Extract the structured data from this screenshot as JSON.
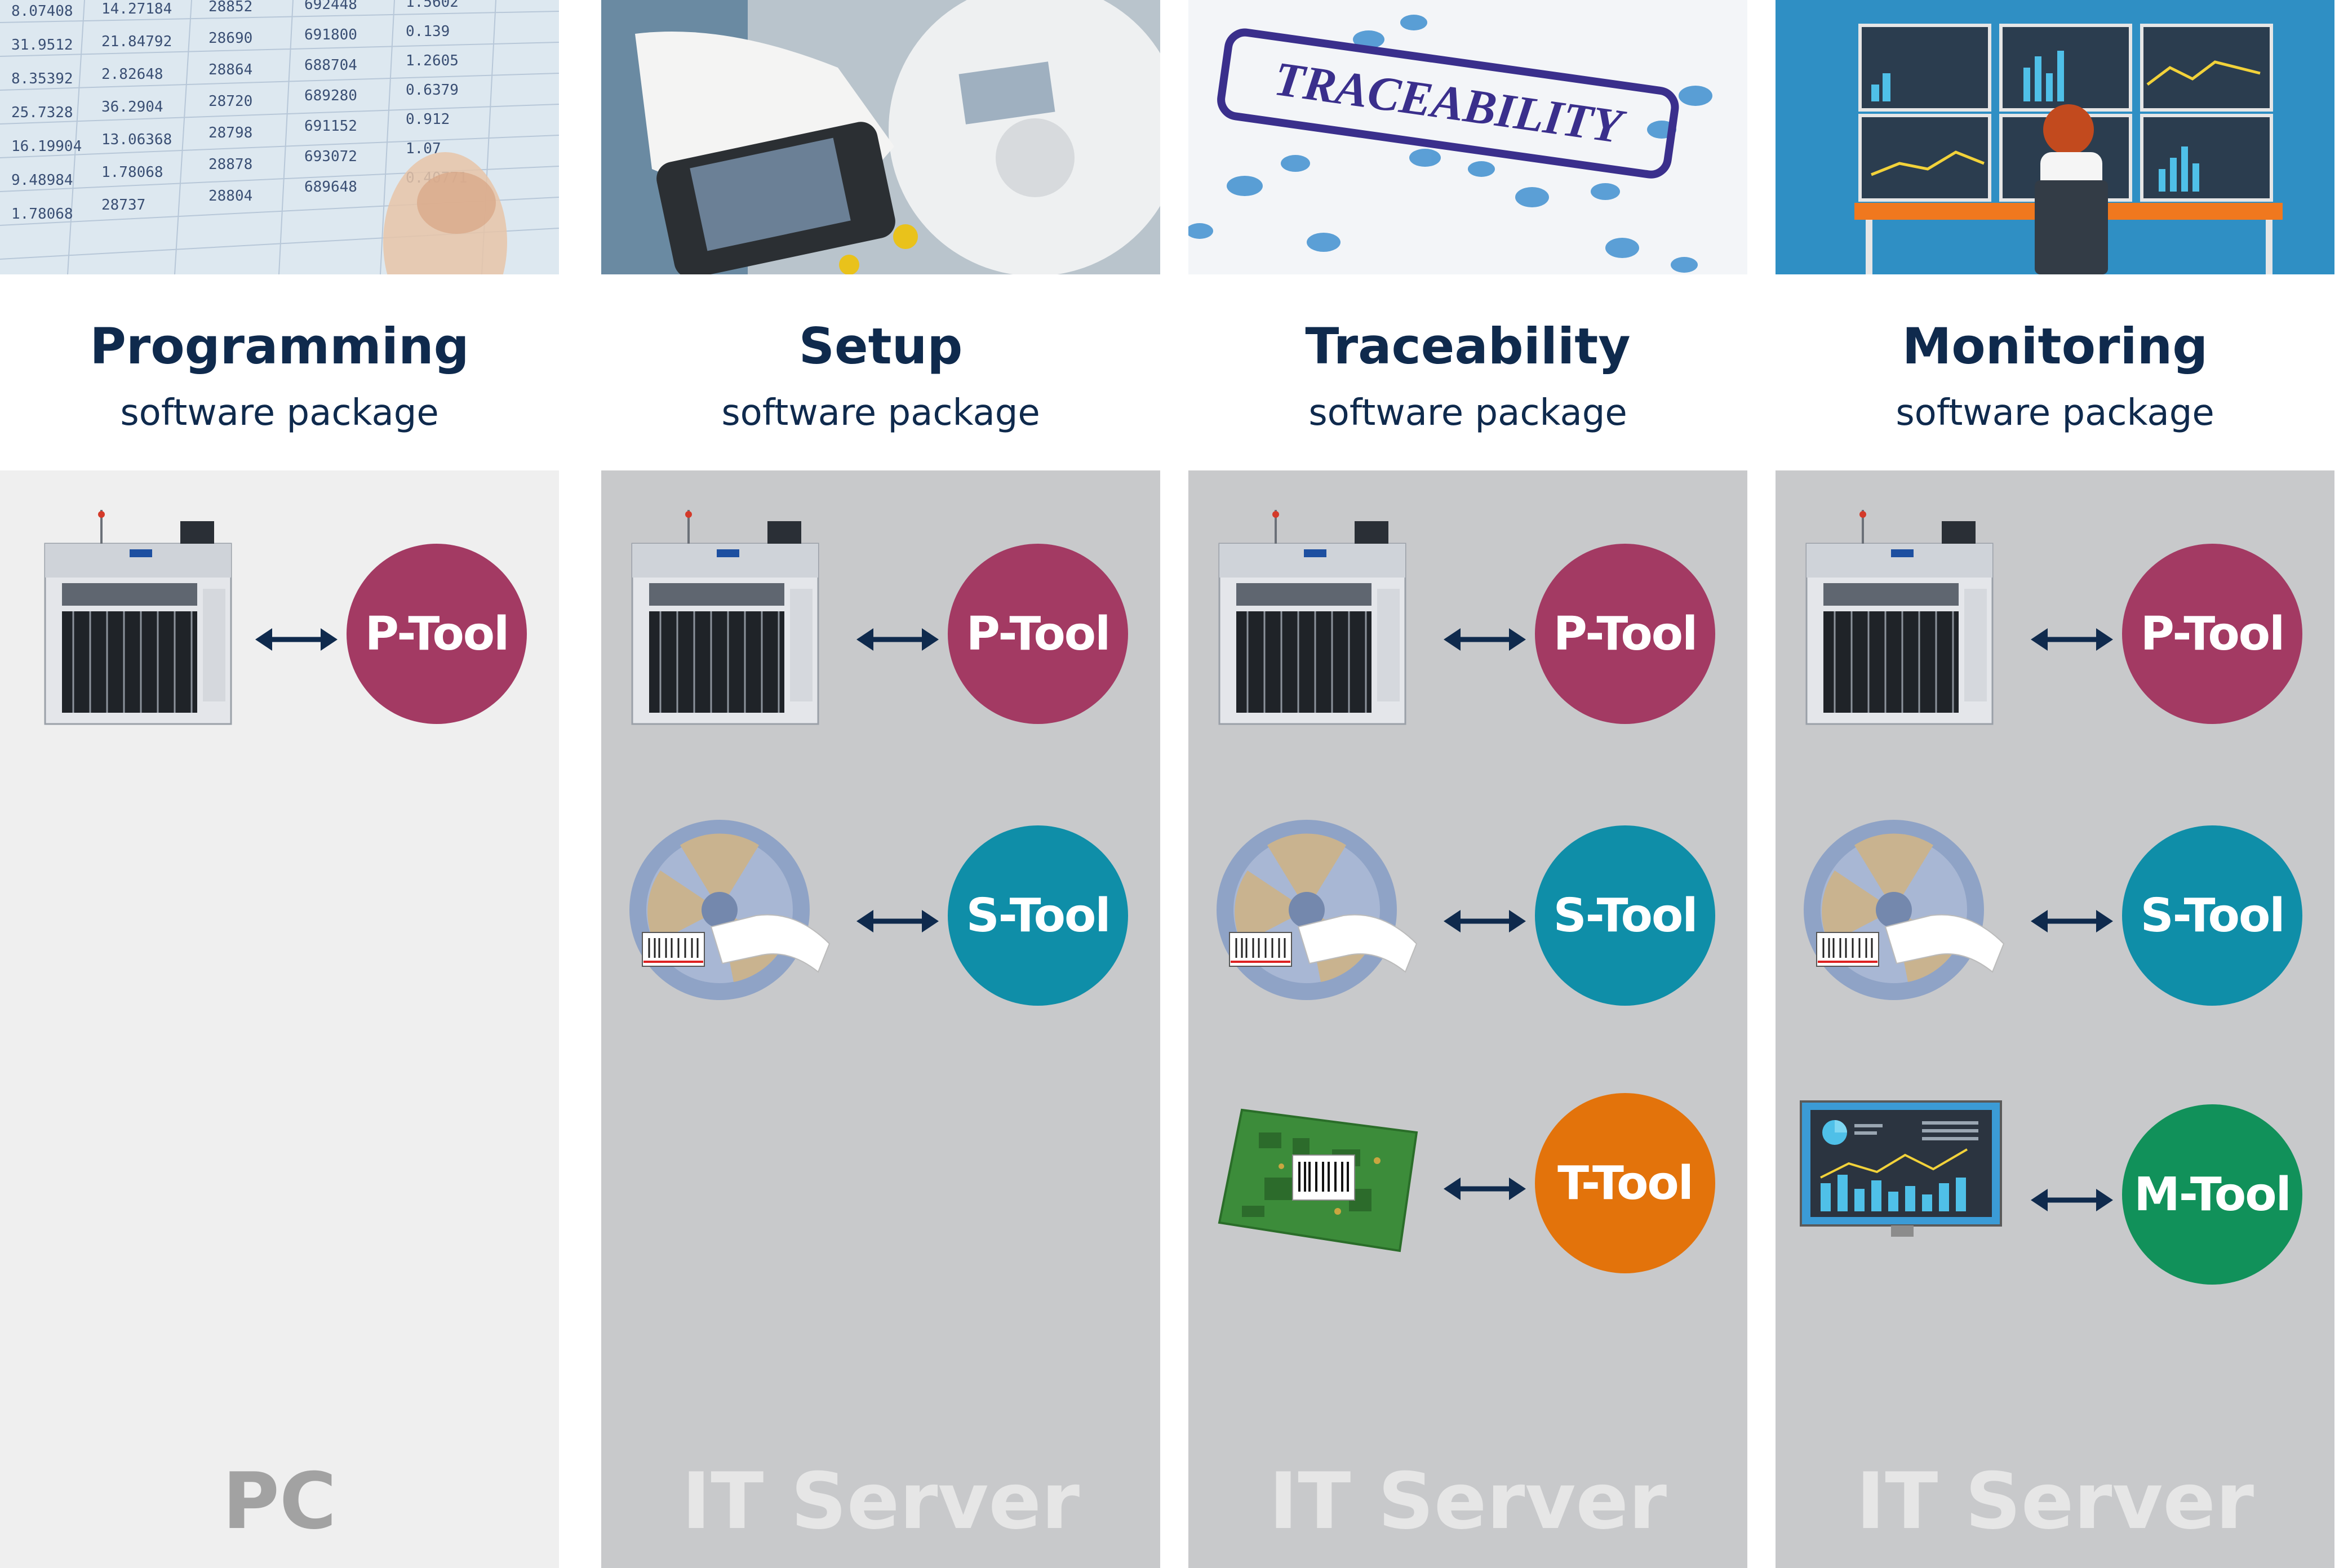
{
  "colors": {
    "p_tool": "#a33a63",
    "s_tool": "#0f8ea8",
    "t_tool": "#e3730b",
    "m_tool": "#11915a",
    "heading": "#0f2a4d",
    "panel_gray": "#c8c9cb",
    "panel_light": "#efefef"
  },
  "columns": [
    {
      "title": "Programming",
      "subtitle": "software package",
      "photo": "spreadsheet-data-photo",
      "host": "PC",
      "tools": [
        {
          "device": "placement-machine-icon",
          "label": "P-Tool"
        }
      ]
    },
    {
      "title": "Setup",
      "subtitle": "software package",
      "photo": "barcode-scanner-reel-photo",
      "host": "IT Server",
      "tools": [
        {
          "device": "placement-machine-icon",
          "label": "P-Tool"
        },
        {
          "device": "component-reel-scanner-icon",
          "label": "S-Tool"
        }
      ]
    },
    {
      "title": "Traceability",
      "subtitle": "software package",
      "photo": "traceability-stamp-photo",
      "stamp_text": "TRACEABILITY",
      "host": "IT Server",
      "tools": [
        {
          "device": "placement-machine-icon",
          "label": "P-Tool"
        },
        {
          "device": "component-reel-scanner-icon",
          "label": "S-Tool"
        },
        {
          "device": "circuit-board-barcode-icon",
          "label": "T-Tool"
        }
      ]
    },
    {
      "title": "Monitoring",
      "subtitle": "software package",
      "photo": "monitoring-dashboard-photo",
      "host": "IT Server",
      "tools": [
        {
          "device": "placement-machine-icon",
          "label": "P-Tool"
        },
        {
          "device": "component-reel-scanner-icon",
          "label": "S-Tool"
        },
        {
          "device": "dashboard-monitor-icon",
          "label": "M-Tool"
        }
      ]
    }
  ]
}
